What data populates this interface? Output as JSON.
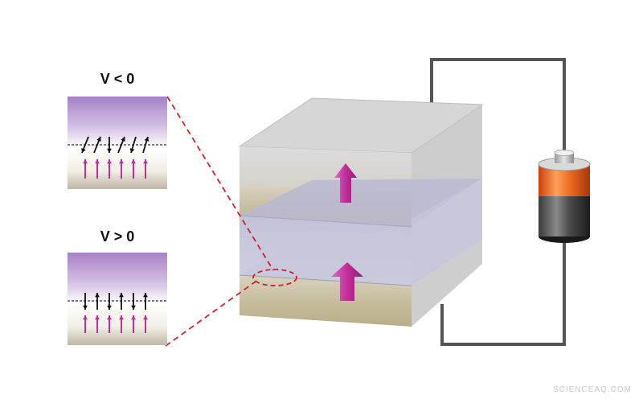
{
  "insets": {
    "top_label": "V < 0",
    "bottom_label": "V > 0"
  },
  "watermark": "SCIENCEAQ.COM",
  "colors": {
    "magnetization_arrow": "#c0309a",
    "spin_arrow": "#111111",
    "leader_line": "#d0202a",
    "wire": "#555555",
    "battery_orange": "#e8641c",
    "battery_dark": "#2a2a2a"
  },
  "icons": [
    "battery-icon",
    "magnetization-arrow-icon",
    "spin-arrow-icon"
  ]
}
